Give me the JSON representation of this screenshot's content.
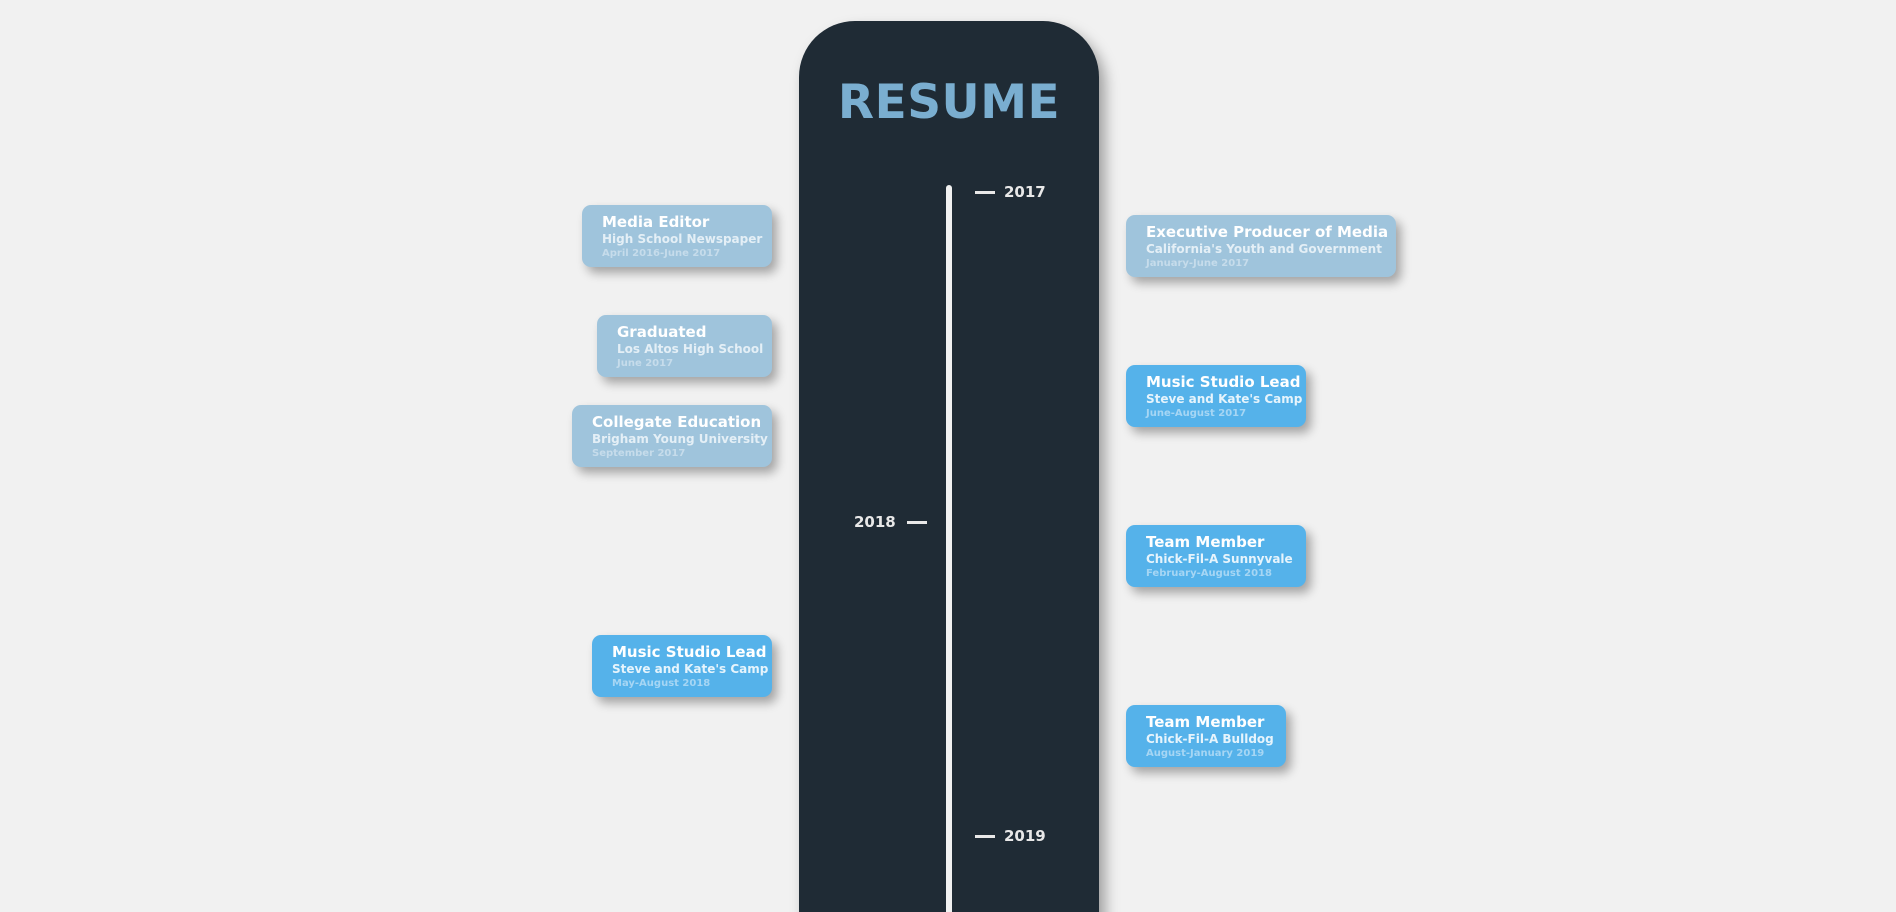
{
  "page": {
    "title": "RESUME"
  },
  "colors": {
    "background": "#f1f1f1",
    "column": "#1f2b35",
    "title": "#7aaed0",
    "card_faded": "#9fc4dc",
    "card_active": "#55b2ea"
  },
  "years": [
    "2017",
    "2018",
    "2019"
  ],
  "left_entries": [
    {
      "role": "Media Editor",
      "org": "High School Newspaper",
      "dates": "April 2016-June 2017",
      "state": "past"
    },
    {
      "role": "Graduated",
      "org": "Los Altos High School",
      "dates": "June 2017",
      "state": "past"
    },
    {
      "role": "Collegate Education",
      "org": "Brigham Young University",
      "dates": "September 2017",
      "state": "past"
    },
    {
      "role": "Music Studio Lead",
      "org": "Steve and Kate's Camp",
      "dates": "May-August 2018",
      "state": "current"
    }
  ],
  "right_entries": [
    {
      "role": "Executive Producer of Media",
      "org": "California's Youth and Government",
      "dates": "January-June 2017",
      "state": "past"
    },
    {
      "role": "Music Studio Lead",
      "org": "Steve and Kate's Camp",
      "dates": "June-August 2017",
      "state": "current"
    },
    {
      "role": "Team Member",
      "org": "Chick-Fil-A Sunnyvale",
      "dates": "February-August 2018",
      "state": "current"
    },
    {
      "role": "Team Member",
      "org": "Chick-Fil-A Bulldog",
      "dates": "August-January 2019",
      "state": "current"
    }
  ]
}
